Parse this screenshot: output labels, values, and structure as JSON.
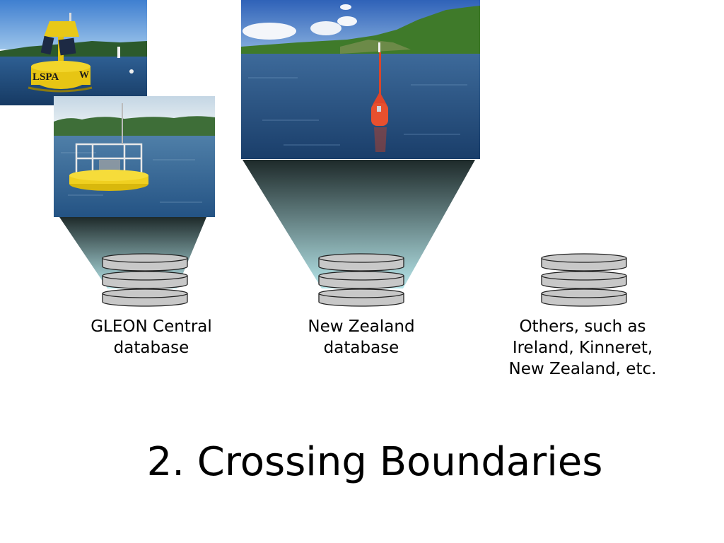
{
  "diagram": {
    "databases": [
      {
        "label_line1": "GLEON Central",
        "label_line2": "database"
      },
      {
        "label_line1": "New Zealand",
        "label_line2": "database"
      },
      {
        "label_line1": "Others, such as",
        "label_line2": "Ireland, Kinneret,",
        "label_line3": "New Zealand, etc."
      }
    ],
    "photos": {
      "buoy_yellow_text": "LSPA",
      "buoy_yellow_text2": "W"
    }
  },
  "title": "2. Crossing Boundaries",
  "colors": {
    "cone_top": "#1e2a2a",
    "cone_bottom": "#b6e6ea",
    "disk_fill": "#c8c8c8",
    "water": "#2f5b88",
    "sky": "#5a8fd0"
  }
}
